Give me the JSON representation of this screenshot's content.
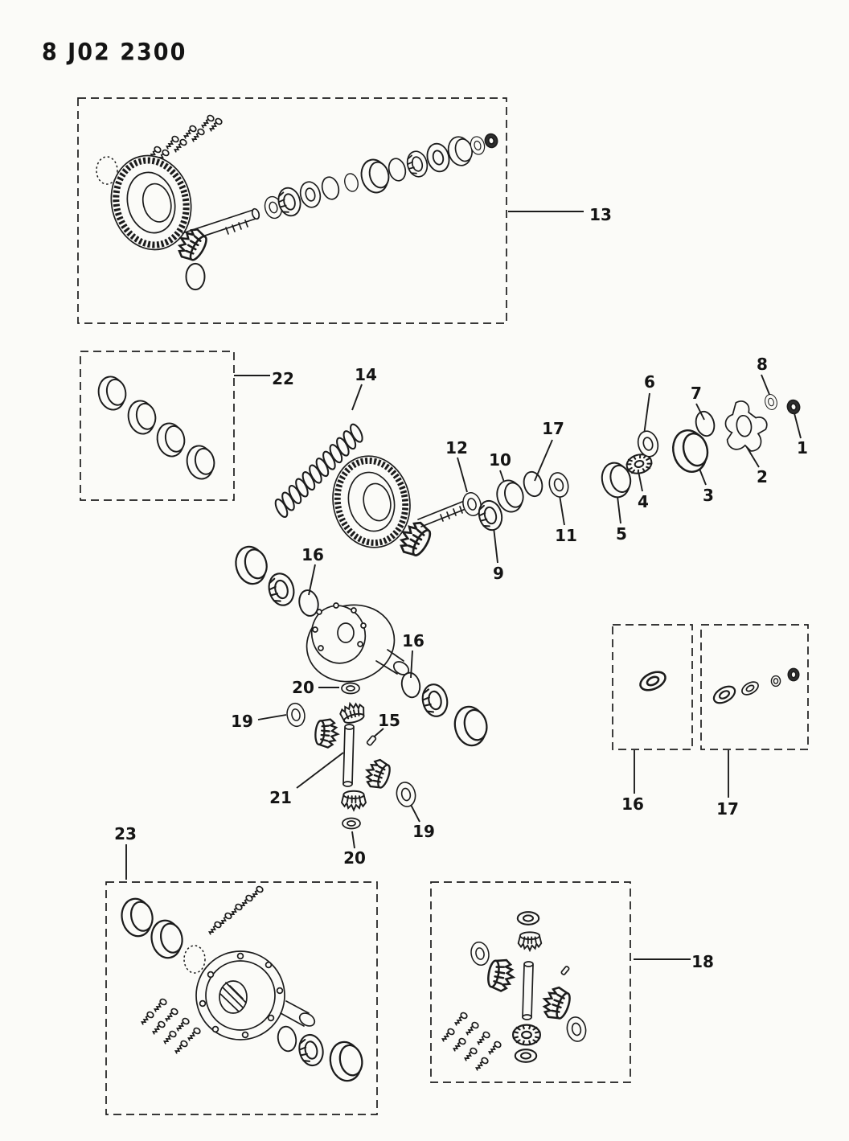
{
  "page": {
    "code": "8 J02 2300"
  },
  "callouts": [
    {
      "num": "13"
    },
    {
      "num": "22"
    },
    {
      "num": "14"
    },
    {
      "num": "12"
    },
    {
      "num": "10"
    },
    {
      "num": "17"
    },
    {
      "num": "6"
    },
    {
      "num": "7"
    },
    {
      "num": "8"
    },
    {
      "num": "1"
    },
    {
      "num": "2"
    },
    {
      "num": "3"
    },
    {
      "num": "4"
    },
    {
      "num": "5"
    },
    {
      "num": "11"
    },
    {
      "num": "9"
    },
    {
      "num": "16"
    },
    {
      "num": "16"
    },
    {
      "num": "20"
    },
    {
      "num": "19"
    },
    {
      "num": "15"
    },
    {
      "num": "21"
    },
    {
      "num": "19"
    },
    {
      "num": "20"
    },
    {
      "num": "16"
    },
    {
      "num": "17"
    },
    {
      "num": "23"
    },
    {
      "num": "18"
    }
  ]
}
